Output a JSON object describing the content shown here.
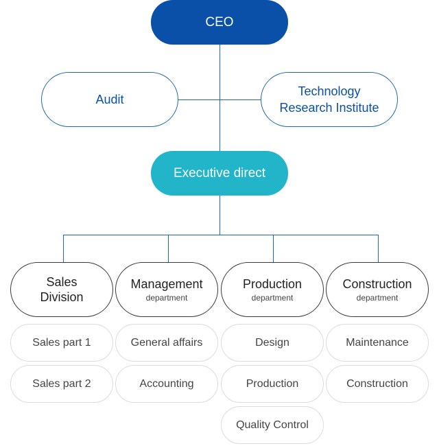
{
  "ceo": {
    "label": "CEO"
  },
  "audit": {
    "label": "Audit"
  },
  "tech": {
    "line1": "Technology",
    "line2": "Research Institute"
  },
  "executive": {
    "label": "Executive direct"
  },
  "divisions": [
    {
      "title": "Sales",
      "title2": "Division",
      "subtitle": "",
      "parts": [
        "Sales part 1",
        "Sales part 2"
      ]
    },
    {
      "title": "Management",
      "title2": "",
      "subtitle": "department",
      "parts": [
        "General affairs",
        "Accounting"
      ]
    },
    {
      "title": "Production",
      "title2": "",
      "subtitle": "department",
      "parts": [
        "Design",
        "Production",
        "Quality Control"
      ]
    },
    {
      "title": "Construction",
      "title2": "",
      "subtitle": "department",
      "parts": [
        "Maintenance",
        "Construction"
      ]
    }
  ],
  "colors": {
    "ceo": "#0a4fa8",
    "executive": "#22b4c8",
    "lines": "#1e6ab0"
  }
}
